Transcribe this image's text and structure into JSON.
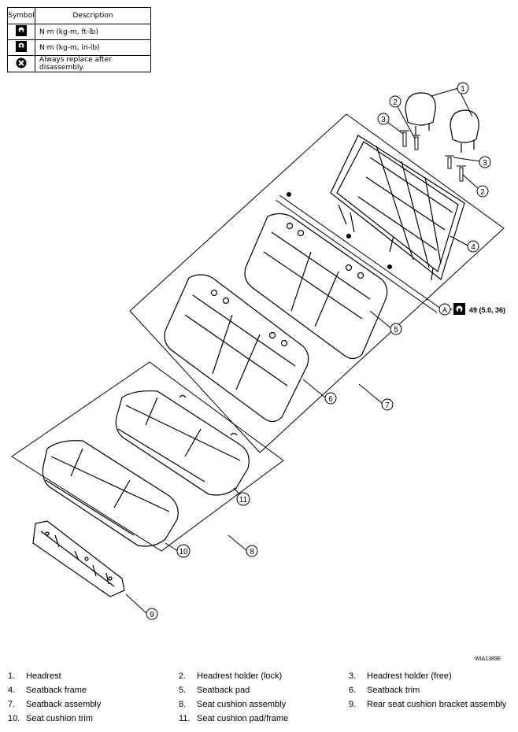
{
  "legend": {
    "header_symbol": "Symbol",
    "header_description": "Description",
    "rows": [
      {
        "icon": "torque-wrench-icon",
        "description": "N·m (kg-m, ft-lb)"
      },
      {
        "icon": "torque-wrench-small-icon",
        "description": "N·m (kg-m, in-lb)"
      },
      {
        "icon": "replace-part-icon",
        "description": "Always replace after disassembly."
      }
    ]
  },
  "callouts": {
    "c1": "1",
    "c2a": "2",
    "c2b": "2",
    "c3a": "3",
    "c3b": "3",
    "c4": "4",
    "c5": "5",
    "c6": "6",
    "c7": "7",
    "c8": "8",
    "c9": "9",
    "c10": "10",
    "c11": "11"
  },
  "torque": {
    "ref_letter": "A",
    "value": "49 (5.0, 36)"
  },
  "figure_code": "WIA1389E",
  "parts": [
    {
      "num": "1.",
      "name": "Headrest"
    },
    {
      "num": "2.",
      "name": "Headrest holder (lock)"
    },
    {
      "num": "3.",
      "name": "Headrest holder (free)"
    },
    {
      "num": "4.",
      "name": "Seatback frame"
    },
    {
      "num": "5.",
      "name": "Seatback pad"
    },
    {
      "num": "6.",
      "name": "Seatback trim"
    },
    {
      "num": "7.",
      "name": "Seatback assembly"
    },
    {
      "num": "8.",
      "name": "Seat cushion assembly"
    },
    {
      "num": "9.",
      "name": "Rear seat cushion bracket assembly"
    },
    {
      "num": "10.",
      "name": "Seat cushion trim"
    },
    {
      "num": "11.",
      "name": "Seat cushion pad/frame"
    }
  ]
}
